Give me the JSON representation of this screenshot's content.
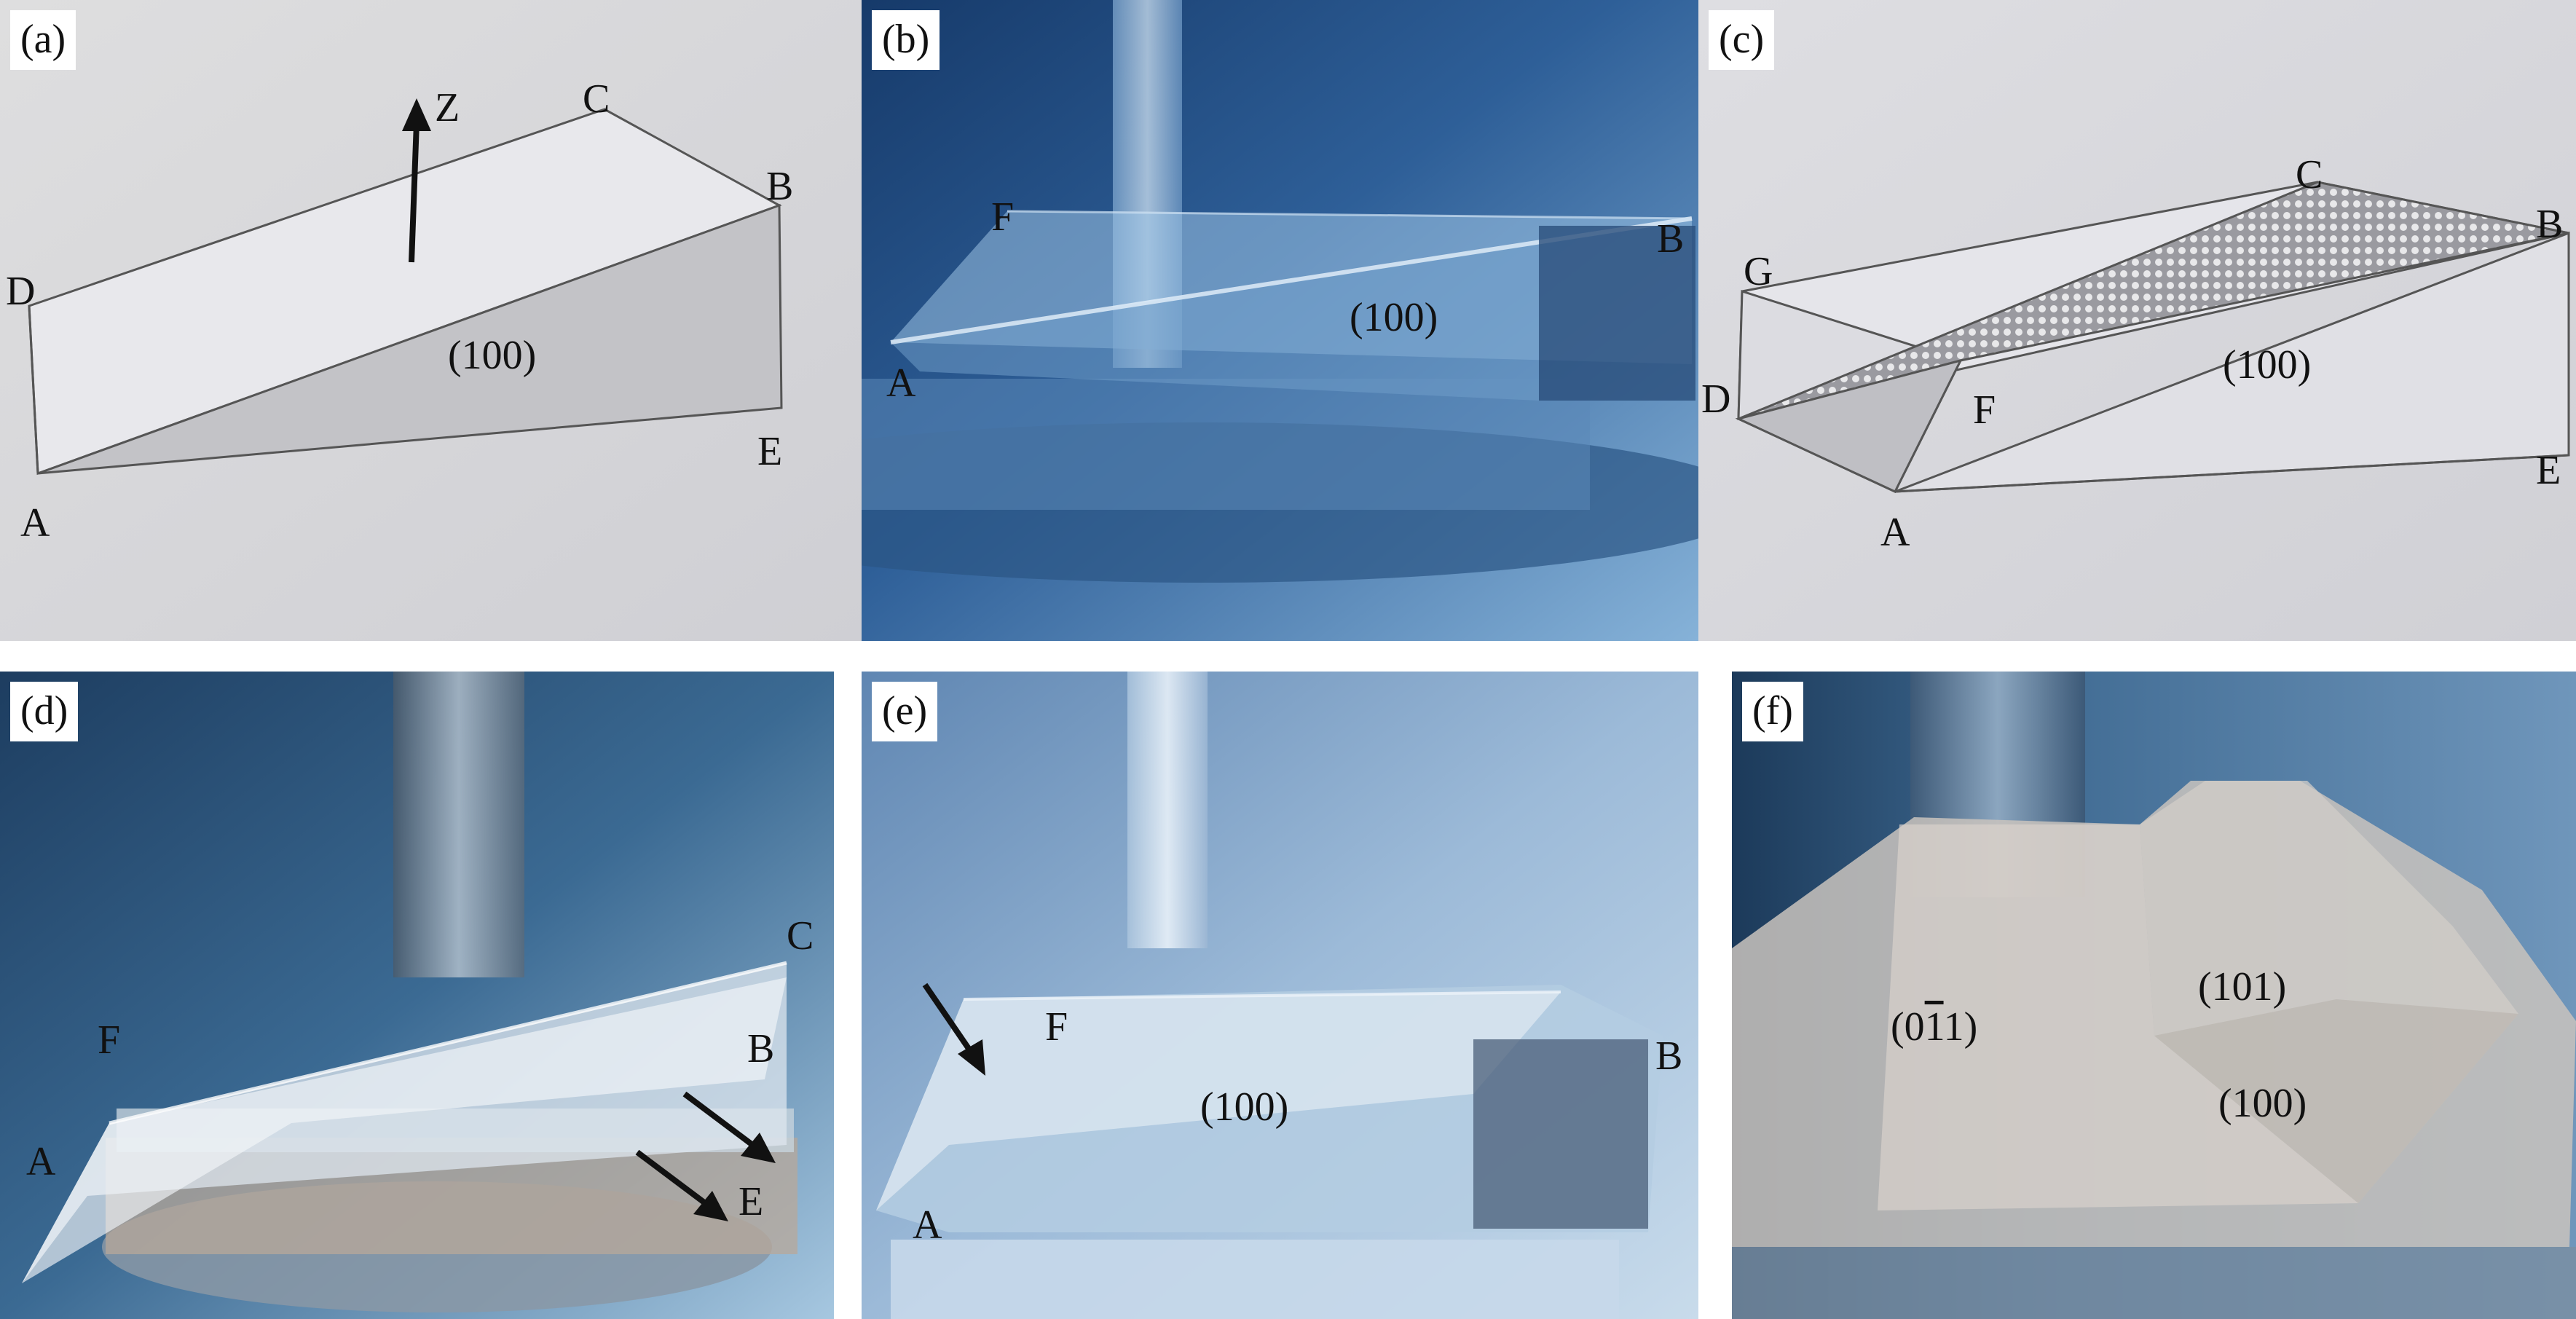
{
  "panels": [
    {
      "id": "a",
      "label": "(a)",
      "vertices": [
        "Z",
        "C",
        "B",
        "D",
        "E",
        "A"
      ],
      "face": "(100)"
    },
    {
      "id": "b",
      "label": "(b)",
      "vertices": [
        "F",
        "B",
        "A"
      ],
      "face": "(100)"
    },
    {
      "id": "c",
      "label": "(c)",
      "vertices": [
        "C",
        "B",
        "G",
        "D",
        "F",
        "E",
        "A"
      ],
      "face": "(100)"
    },
    {
      "id": "d",
      "label": "(d)",
      "vertices": [
        "C",
        "F",
        "B",
        "A",
        "E"
      ]
    },
    {
      "id": "e",
      "label": "(e)",
      "vertices": [
        "F",
        "B",
        "A"
      ],
      "face": "(100)"
    },
    {
      "id": "f",
      "label": "(f)",
      "faces": [
        "(0",
        "1",
        "1)",
        "(101)",
        "(100)"
      ]
    }
  ],
  "colors": {
    "diagram_bg": "#d9d9de",
    "diagram_face_light": "#e6e6ea",
    "diagram_face_dark": "#c4c4c8",
    "photo_blue_dark": "#1f4a80",
    "photo_blue_light": "#8fb8dc"
  },
  "icons": [
    "arrow-icon",
    "z-axis-arrow-icon",
    "crystal-photo",
    "wedge-diagram"
  ]
}
